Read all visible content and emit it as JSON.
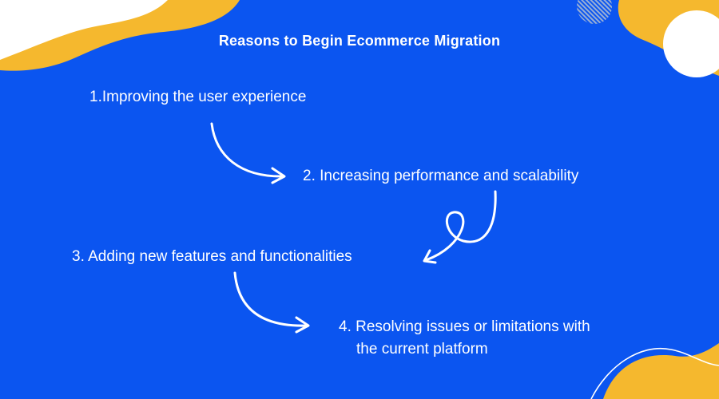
{
  "title": "Reasons to Begin Ecommerce Migration",
  "steps": [
    {
      "text": "1.Improving the user experience"
    },
    {
      "text": "2. Increasing performance and scalability"
    },
    {
      "text": "3. Adding new features and functionalities"
    },
    {
      "line1": "4. Resolving issues or limitations with",
      "line2": "the current platform"
    }
  ],
  "colors": {
    "background": "#0b55f0",
    "accent": "#f5b82e",
    "text": "#ffffff"
  },
  "decorations": [
    "yellow-blob",
    "white-circle",
    "striped-circle",
    "wave-line",
    "curved-arrow",
    "loop-arrow"
  ]
}
